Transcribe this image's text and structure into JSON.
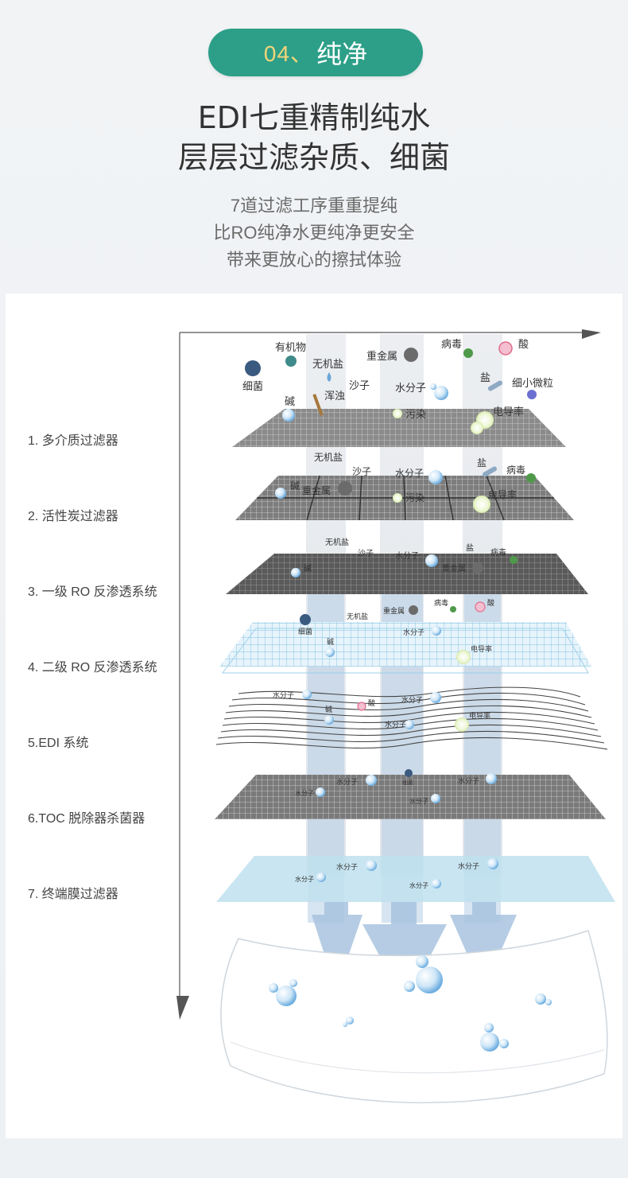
{
  "badge": {
    "number": "04、",
    "label": "纯净"
  },
  "headline": {
    "line1": "EDI七重精制纯水",
    "line2": "层层过滤杂质、细菌"
  },
  "subtitle": {
    "line1": "7道过滤工序重重提纯",
    "line2": "比RO纯净水更纯净更安全",
    "line3": "带来更放心的擦拭体验"
  },
  "stages": [
    "1. 多介质过滤器",
    "2. 活性炭过滤器",
    "3. 一级 RO 反渗透系统",
    "4. 二级 RO 反渗透系统",
    "5.EDI 系统",
    "6.TOC 脱除器杀菌器",
    "7. 终端膜过滤器"
  ],
  "impurities": {
    "layer0": [
      "有机物",
      "细菌",
      "无机盐",
      "重金属",
      "病毒",
      "酸",
      "碱",
      "浑浊",
      "沙子",
      "水分子",
      "盐",
      "细小微粒",
      "污染",
      "电导率"
    ],
    "layer1": [
      "无机盐",
      "沙子",
      "水分子",
      "盐",
      "病毒",
      "碱",
      "重金属",
      "污染",
      "电导率"
    ],
    "layer2": [
      "无机盐",
      "沙子",
      "水分子",
      "盐",
      "病毒",
      "碱",
      "重金属"
    ],
    "layer3": [
      "细菌",
      "无机盐",
      "重金属",
      "病毒",
      "酸",
      "水分子",
      "碱",
      "电导率"
    ],
    "layer4": [
      "水分子",
      "水分子",
      "碱",
      "酸",
      "水分子",
      "电导率"
    ],
    "layer5": [
      "水分子",
      "细菌",
      "水分子",
      "水分子",
      "水分子"
    ],
    "layer6": [
      "水分子",
      "水分子",
      "水分子",
      "水分子"
    ]
  },
  "colors": {
    "accent": "#2d9f88",
    "badge_number": "#f3d47a",
    "flow_arrow": "#a9c4e0"
  }
}
